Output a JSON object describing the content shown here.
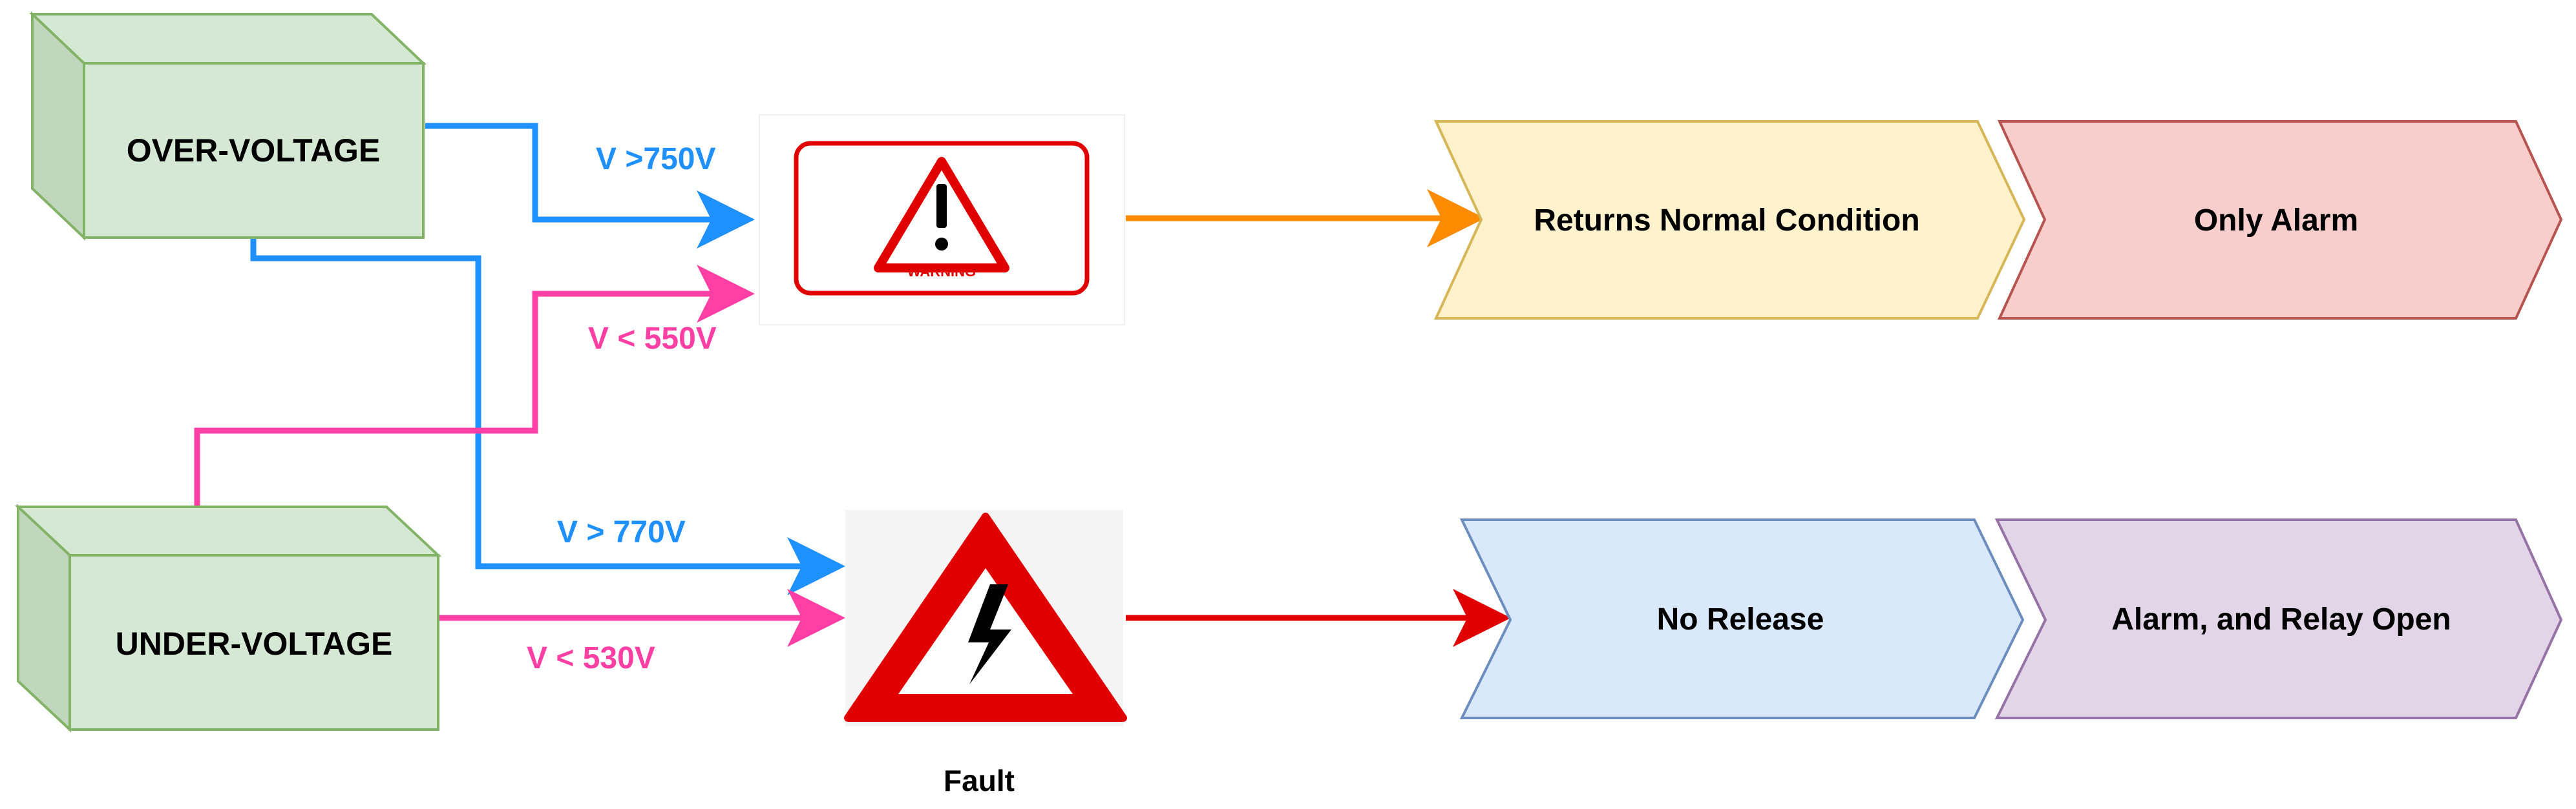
{
  "colors": {
    "blue": "#1E90FF",
    "pink": "#FF3FA4",
    "orange": "#FF8C00",
    "red": "#E00000",
    "box_fill": "#D5E8D4",
    "box_stroke": "#82B366",
    "yellow_fill": "#FFF2CC",
    "yellow_stroke": "#D6B656",
    "pinkchev_fill": "#F8CECC",
    "pinkchev_stroke": "#B85450",
    "bluechev_fill": "#DAE8FC",
    "bluechev_stroke": "#6C8EBF",
    "purple_fill": "#E1D5E7",
    "purple_stroke": "#9673A6"
  },
  "nodes": {
    "over_voltage": "OVER-VOLTAGE",
    "under_voltage": "UNDER-VOLTAGE"
  },
  "conditions": {
    "over_warning": "V >750V",
    "under_warning": "V < 550V",
    "over_fault": "V > 770V",
    "under_fault": "V < 530V"
  },
  "icons": {
    "warning_sign": "warning-sign-icon",
    "warning_text": "WARNING",
    "high_voltage": "high-voltage-icon"
  },
  "fault_label": "Fault",
  "outcomes": {
    "warning_step1": "Returns Normal Condition",
    "warning_step2": "Only Alarm",
    "fault_step1": "No Release",
    "fault_step2": "Alarm, and Relay Open"
  }
}
